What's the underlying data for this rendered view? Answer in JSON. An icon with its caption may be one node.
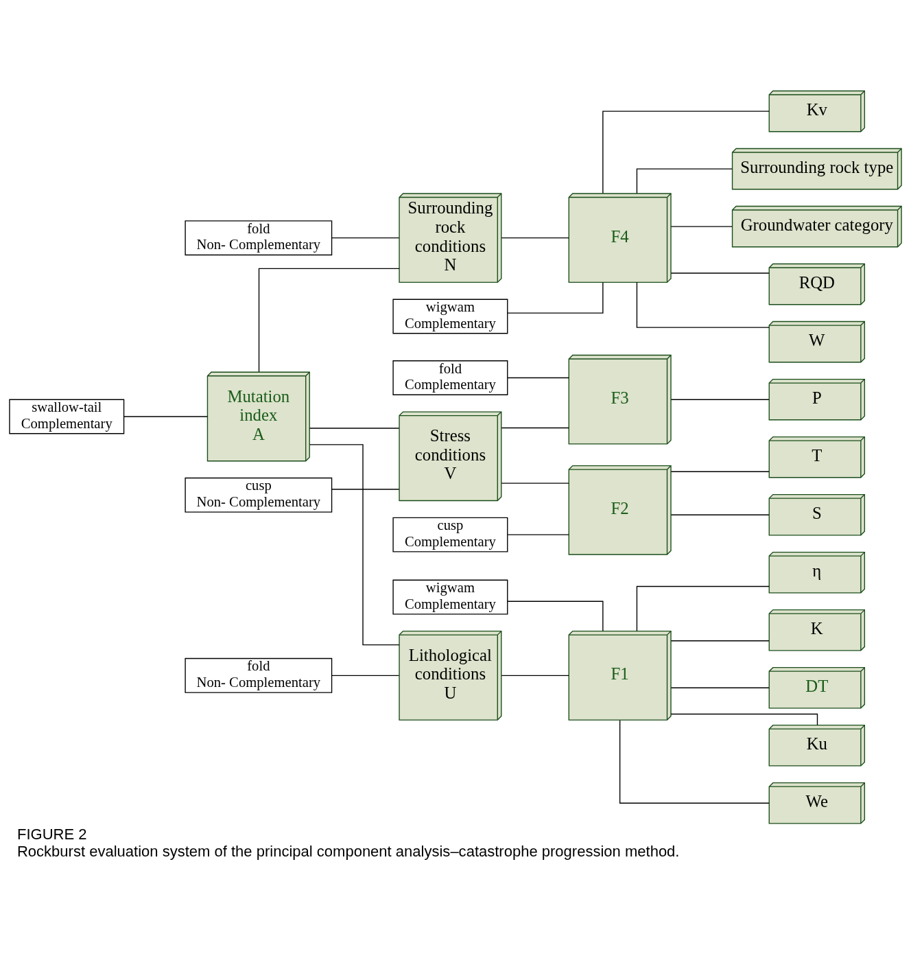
{
  "diagram": {
    "title": "FIGURE 2",
    "caption": "Rockburst evaluation system of the principal component analysis–catastrophe progression method.",
    "nodes": [
      {
        "text": [
          "wigwam",
          "Complementary"
        ]
      },
      {
        "text": [
          "W"
        ]
      },
      {
        "text": [
          "Kv"
        ]
      },
      {
        "text": [
          "Surrounding rock type"
        ]
      },
      {
        "text": [
          "swallow-tail",
          "Complementary"
        ]
      },
      {
        "text": [
          "fold",
          "Non- Complementary"
        ]
      },
      {
        "text": [
          "Groundwater category"
        ]
      },
      {
        "text": [
          "Surrounding rock conditions N"
        ]
      },
      {
        "text": [
          "F4"
        ]
      },
      {
        "text": [
          "RQD"
        ]
      },
      {
        "text": [
          "F3"
        ]
      },
      {
        "text": [
          "P"
        ]
      },
      {
        "text": [
          "fold",
          "Complementary"
        ]
      },
      {
        "text": [
          "Mutation index A"
        ]
      },
      {
        "text": [
          "Stress conditions V"
        ]
      },
      {
        "text": [
          "S"
        ]
      },
      {
        "text": [
          "F2"
        ]
      },
      {
        "text": [
          "cusp",
          "Complementary"
        ]
      },
      {
        "text": [
          "T"
        ]
      },
      {
        "text": [
          "Lithological conditions U"
        ]
      },
      {
        "text": [
          "F1"
        ]
      },
      {
        "text": [
          "We"
        ]
      },
      {
        "text": [
          "η"
        ]
      },
      {
        "text": [
          "K"
        ]
      },
      {
        "text": [
          "cusp",
          "Non- Complementary"
        ]
      },
      {
        "text": [
          "fold",
          "Non- Complementary"
        ]
      },
      {
        "text": [
          "DT"
        ]
      },
      {
        "text": [
          "Ku"
        ]
      },
      {
        "text": [
          "wigwam",
          "Complementary"
        ]
      }
    ],
    "edges": [
      {
        "from": 13,
        "to": 7,
        "arrow": "none"
      },
      {
        "from": 13,
        "to": 14,
        "arrow": "none"
      },
      {
        "from": 13,
        "to": 19,
        "arrow": "none"
      },
      {
        "from": 4,
        "to": 13,
        "arrow": "none"
      },
      {
        "from": 7,
        "to": 8,
        "arrow": "none"
      },
      {
        "from": 5,
        "to": 7,
        "arrow": "none"
      },
      {
        "from": 14,
        "to": 10,
        "arrow": "none"
      },
      {
        "from": 14,
        "to": 16,
        "arrow": "none"
      },
      {
        "from": 24,
        "to": 14,
        "arrow": "none"
      },
      {
        "from": 19,
        "to": 20,
        "arrow": "none"
      },
      {
        "from": 25,
        "to": 19,
        "arrow": "none"
      },
      {
        "from": 8,
        "to": 1,
        "arrow": "none"
      },
      {
        "from": 8,
        "to": 2,
        "arrow": "none"
      },
      {
        "from": 8,
        "to": 3,
        "arrow": "none"
      },
      {
        "from": 8,
        "to": 6,
        "arrow": "none"
      },
      {
        "from": 8,
        "to": 9,
        "arrow": "none"
      },
      {
        "from": 0,
        "to": 8,
        "arrow": "none"
      },
      {
        "from": 10,
        "to": 11,
        "arrow": "none"
      },
      {
        "from": 12,
        "to": 10,
        "arrow": "none"
      },
      {
        "from": 16,
        "to": 15,
        "arrow": "none"
      },
      {
        "from": 16,
        "to": 18,
        "arrow": "none"
      },
      {
        "from": 17,
        "to": 16,
        "arrow": "none"
      },
      {
        "from": 20,
        "to": 21,
        "arrow": "none"
      },
      {
        "from": 20,
        "to": 22,
        "arrow": "none"
      },
      {
        "from": 20,
        "to": 23,
        "arrow": "none"
      },
      {
        "from": 20,
        "to": 26,
        "arrow": "none"
      },
      {
        "from": 20,
        "to": 27,
        "arrow": "none"
      },
      {
        "from": 28,
        "to": 20,
        "arrow": "none"
      }
    ]
  }
}
